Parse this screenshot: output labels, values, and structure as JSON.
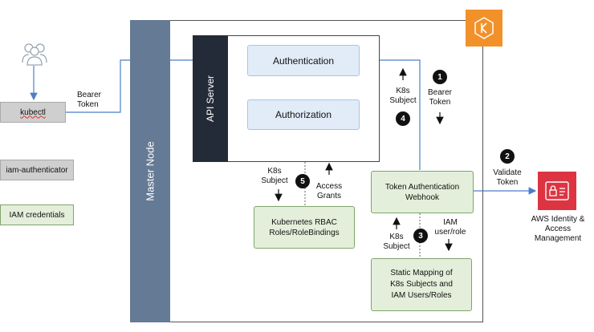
{
  "left": {
    "kubectl": "kubectl",
    "authenticator": "iam-authenticator",
    "credentials": "IAM credentials",
    "bearer": "Bearer\nToken"
  },
  "master_node": "Master Node",
  "api_server": "API Server",
  "authentication": "Authentication",
  "authorization": "Authorization",
  "rbac": "Kubernetes RBAC\nRoles/RoleBindings",
  "webhook": "Token Authentication\nWebhook",
  "mapping": "Static Mapping of\nK8s Subjects and\nIAM Users/Roles",
  "aws_iam": "AWS Identity &\nAccess\nManagement",
  "labels": {
    "k8s_subject_4": "K8s\nSubject",
    "bearer_token_1": "Bearer\nToken",
    "k8s_subject_5": "K8s\nSubject",
    "access_grants": "Access\nGrants",
    "validate_token": "Validate\nToken",
    "k8s_subject_3": "K8s\nSubject",
    "iam_user_role": "IAM\nuser/role"
  },
  "steps": [
    "1",
    "2",
    "3",
    "4",
    "5"
  ],
  "colors": {
    "blue_fill": "#e1ecf8",
    "blue_border": "#a9c4e4",
    "green_fill": "#e4efdb",
    "green_border": "#7fa46b",
    "gray_fill": "#cfcfcf",
    "master_node": "#657a94",
    "api_server": "#242b38",
    "arrow": "#4a7ec8",
    "eks_orange": "#f29129",
    "iam_red": "#dd3442"
  },
  "icons": [
    "users-icon",
    "eks-icon",
    "iam-icon"
  ]
}
